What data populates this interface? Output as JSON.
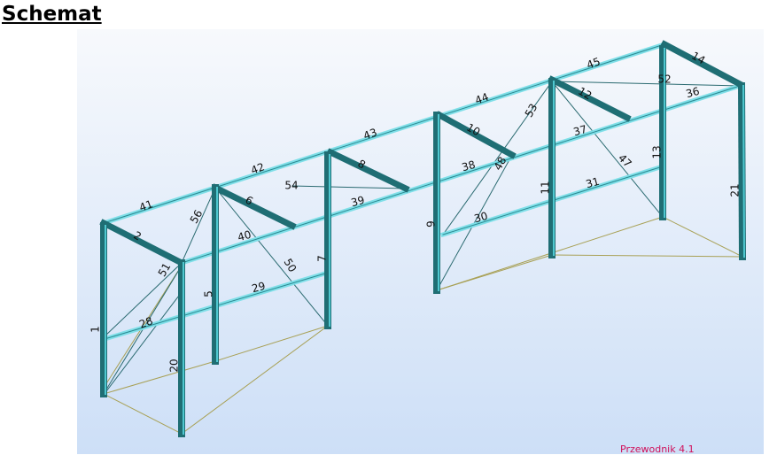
{
  "heading": "Schemat",
  "footer_text": "Przewodnik 4.1",
  "colors": {
    "column": "#1f6e74",
    "beam": "#7fdfe8",
    "base": "#a8a055",
    "brace": "#2a6a70"
  },
  "member_labels": [
    "1",
    "2",
    "5",
    "6",
    "7",
    "8",
    "9",
    "10",
    "11",
    "12",
    "13",
    "14",
    "20",
    "21",
    "28",
    "29",
    "30",
    "31",
    "36",
    "37",
    "38",
    "39",
    "40",
    "41",
    "42",
    "43",
    "44",
    "45",
    "47",
    "48",
    "50",
    "51",
    "52",
    "53",
    "54",
    "56"
  ]
}
